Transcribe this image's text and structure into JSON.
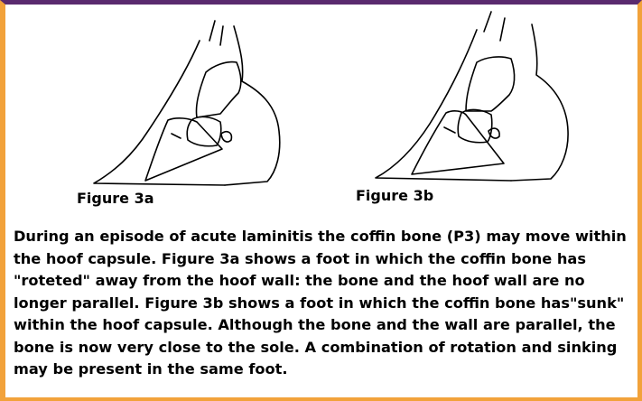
{
  "figures": [
    {
      "caption": "Figure 3a"
    },
    {
      "caption": "Figure 3b"
    }
  ],
  "description": "During an episode of acute laminitis the coffin bone (P3) may move within the hoof capsule. Figure 3a shows a foot in which the coffin bone has \"roteted\" away from the hoof wall: the bone and the hoof wall are no longer parallel. Figure 3b shows a foot in which the coffin bone has\"sunk\" within the hoof capsule. Although the bone and the wall are parallel, the bone is now very close to the sole. A combination of rotation and sinking may be present in the same foot.",
  "colors": {
    "top_border": "#5a2a6e",
    "side_border": "#f2a23a",
    "line": "#000000"
  }
}
